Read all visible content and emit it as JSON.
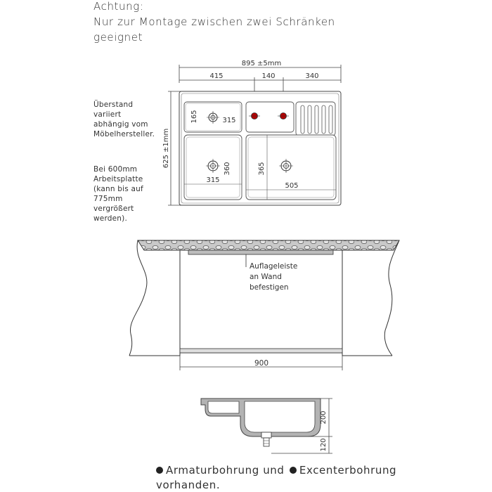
{
  "warning": {
    "title": "Achtung:",
    "line1": "Nur zur Montage zwischen zwei Schränken",
    "line2": "geeignet"
  },
  "notes": {
    "overhang": [
      "Überstand",
      "variiert",
      "abhängig vom",
      "Möbelhersteller."
    ],
    "worktop": [
      "Bei 600mm",
      "Arbeitsplatte",
      "(kann bis auf",
      "775mm",
      "vergrößert",
      "werden)."
    ]
  },
  "dimensions_top": {
    "total_width": "895 ±5mm",
    "left": "415",
    "middle": "140",
    "right": "340",
    "depth": "625 ±1mm",
    "small_bowl_height": "165",
    "small_bowl_width": "315",
    "left_bowl_height": "360",
    "left_bowl_width": "315",
    "right_bowl_height": "365",
    "right_bowl_width": "505"
  },
  "front_view": {
    "ledge_label": [
      "Auflageleiste",
      "an Wand",
      "befestigen"
    ],
    "width": "900"
  },
  "side_view": {
    "bowl_depth": "200",
    "drain_height": "120"
  },
  "footer": {
    "line1_a": "Armaturbohrung und",
    "line1_b": "Excenterbohrung",
    "line2": "vorhanden."
  },
  "colors": {
    "tap_hole": "#b30000",
    "granite_fill": "#b3b3b3",
    "outline": "#444444"
  }
}
